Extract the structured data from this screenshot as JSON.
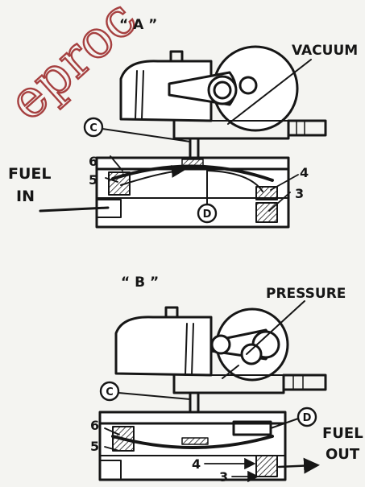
{
  "figure_a": {
    "tag": "“ A ”",
    "label_vacuum": "VACUUM",
    "label_fuel_line1": "FUEL",
    "label_fuel_line2": "IN",
    "callout_c": "C",
    "callout_d": "D",
    "num_6": "6",
    "num_5": "5",
    "num_4": "4",
    "num_3": "3"
  },
  "figure_b": {
    "tag": "“ B ”",
    "label_pressure": "PRESSURE",
    "label_fuel_line1": "FUEL",
    "label_fuel_line2": "OUT",
    "callout_c": "C",
    "callout_d": "D",
    "num_6": "6",
    "num_5": "5",
    "num_4": "4",
    "num_3": "3"
  },
  "watermark": {
    "text": "eproc"
  },
  "colors": {
    "ink": "#161616",
    "paper": "#f4f4f1",
    "watermark": "#a64040"
  }
}
